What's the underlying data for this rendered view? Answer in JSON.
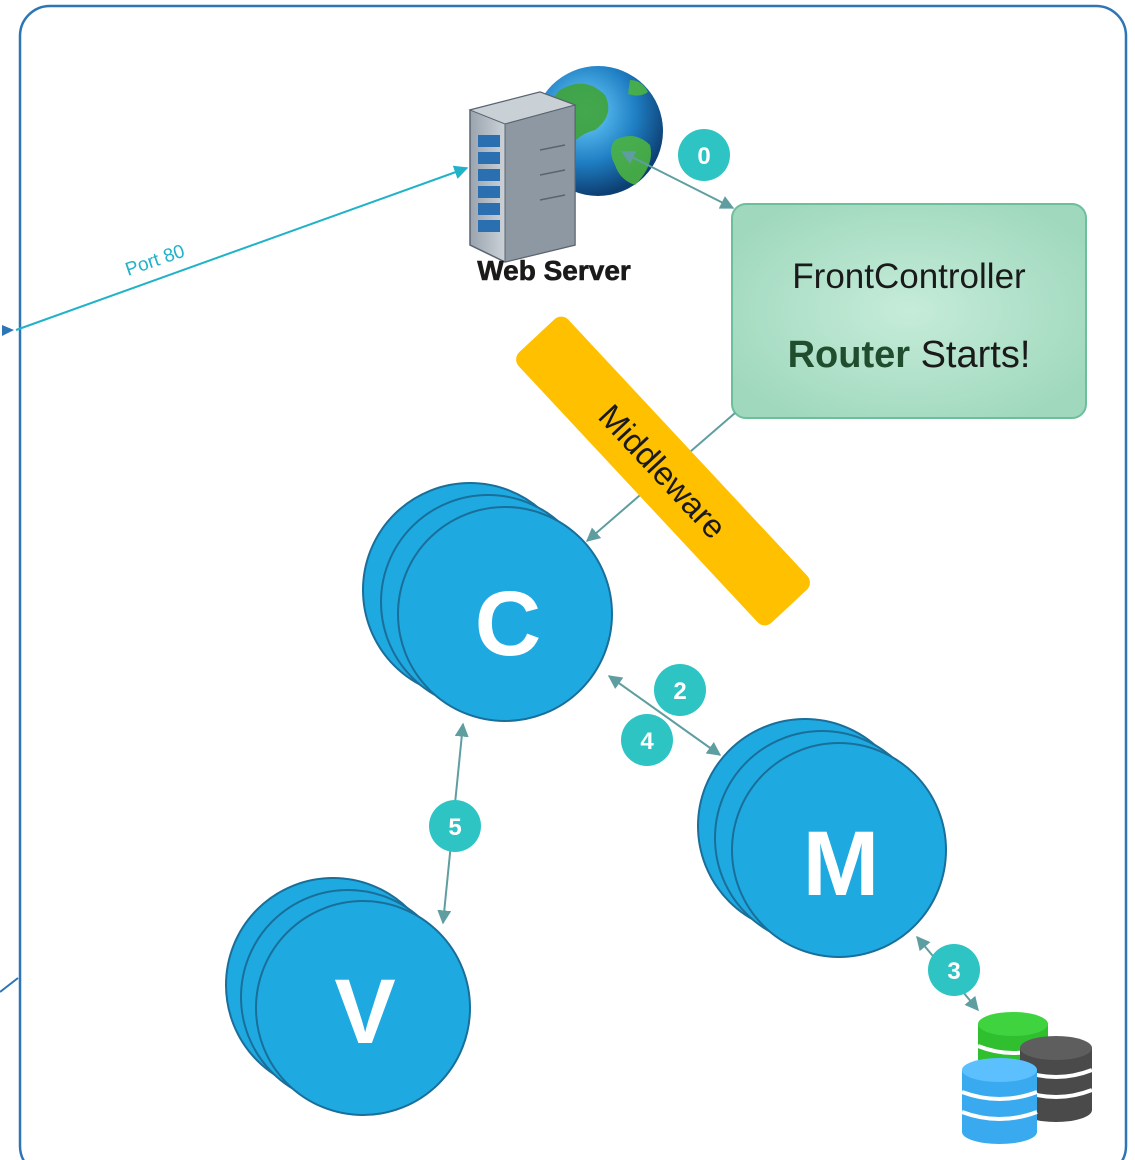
{
  "colors": {
    "frame": "#2e75b6",
    "arrow": "#5f9ea0",
    "port_line": "#20b2c8",
    "circle_fill": "#1eaae0",
    "circle_stroke": "#1a6e9a",
    "badge": "#2ec4c4",
    "router_fill": "#a8dcc4",
    "router_stroke": "#6dbf9c",
    "middleware": "#ffc000",
    "router_bold": "#1f4d2e"
  },
  "webserver": {
    "label": "Web Server",
    "icon": "web-server-globe-icon"
  },
  "port_label": "Port 80",
  "router": {
    "line1": "FrontController",
    "bold": "Router",
    "rest": " Starts!"
  },
  "middleware_label": "Middleware",
  "nodes": {
    "controller": "C",
    "model": "M",
    "view": "V"
  },
  "steps": {
    "s0": "0",
    "s2": "2",
    "s3": "3",
    "s4": "4",
    "s5": "5"
  },
  "database_icon": "database-stack-icon"
}
